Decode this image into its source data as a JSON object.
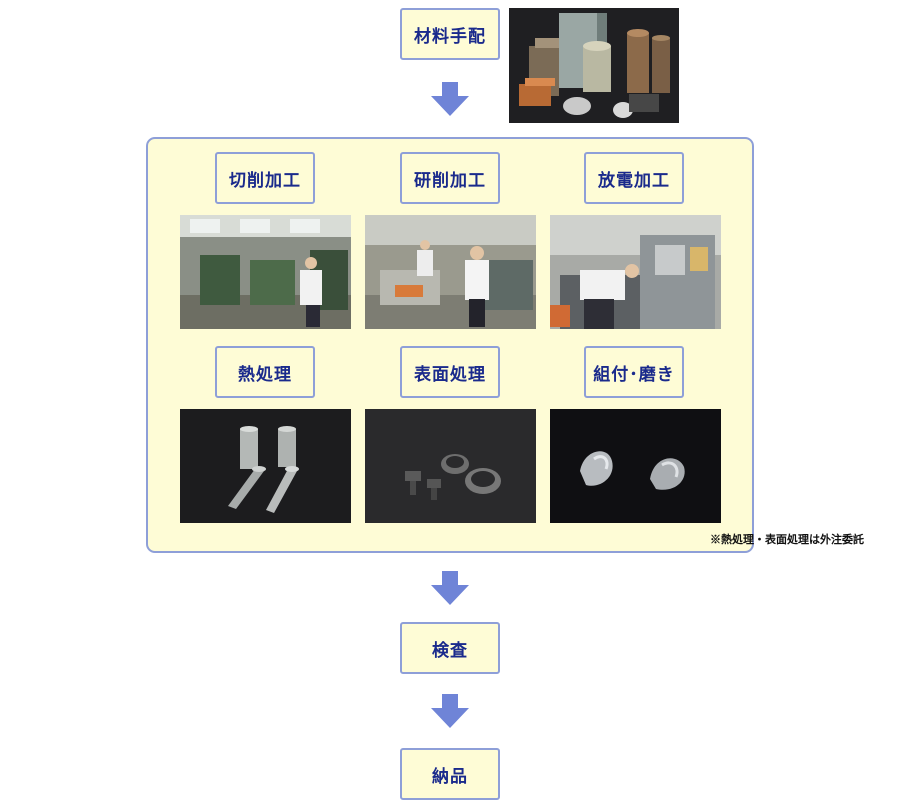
{
  "flow": {
    "material": "材料手配",
    "cutting": "切削加工",
    "grinding": "研削加工",
    "edm": "放電加工",
    "heat": "熱処理",
    "surface": "表面処理",
    "assembly": "組付･磨き",
    "inspection": "検査",
    "delivery": "納品"
  },
  "note": "※熱処理・表面処理は外注委託",
  "colors": {
    "box_fill": "#fefcd6",
    "box_border": "#8e9fd8",
    "text": "#1a2a8c",
    "arrow": "#6f84d7"
  }
}
